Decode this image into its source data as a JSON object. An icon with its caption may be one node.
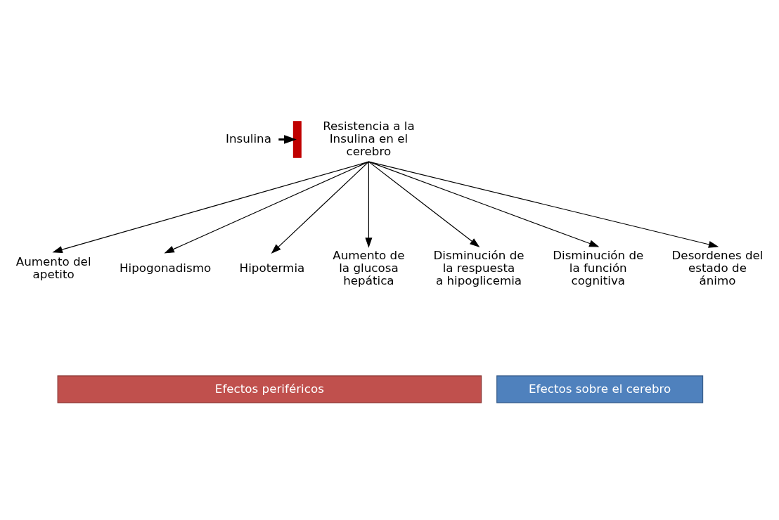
{
  "diagram": {
    "nodes": [
      {
        "text": [
          "Insulina"
        ]
      },
      {
        "text": [],
        "shape": "bar"
      },
      {
        "text": [
          "Resistencia a la Insulina en el cerebro"
        ]
      },
      {
        "text": [
          "Aumento del apetito"
        ]
      },
      {
        "text": [
          "Hipogonadismo"
        ]
      },
      {
        "text": [
          "Hipotermia"
        ]
      },
      {
        "text": [
          "Aumento de la glucosa hepática"
        ]
      },
      {
        "text": [
          "Disminución de la respuesta a hipoglicemia"
        ]
      },
      {
        "text": [
          "Disminución de la función cognitiva"
        ]
      },
      {
        "text": [
          "Desordenes del estado de ánimo"
        ]
      },
      {
        "text": [
          "Efectos periféricos"
        ]
      },
      {
        "text": [
          "Efectos sobre el cerebro"
        ]
      }
    ],
    "edges": [
      {
        "from": 0,
        "to": 1,
        "arrow": "to",
        "style": "thick"
      },
      {
        "from": 2,
        "to": 3,
        "arrow": "to"
      },
      {
        "from": 2,
        "to": 4,
        "arrow": "to"
      },
      {
        "from": 2,
        "to": 5,
        "arrow": "to"
      },
      {
        "from": 2,
        "to": 6,
        "arrow": "to"
      },
      {
        "from": 2,
        "to": 7,
        "arrow": "to"
      },
      {
        "from": 2,
        "to": 8,
        "arrow": "to"
      },
      {
        "from": 2,
        "to": 9,
        "arrow": "to"
      }
    ]
  }
}
